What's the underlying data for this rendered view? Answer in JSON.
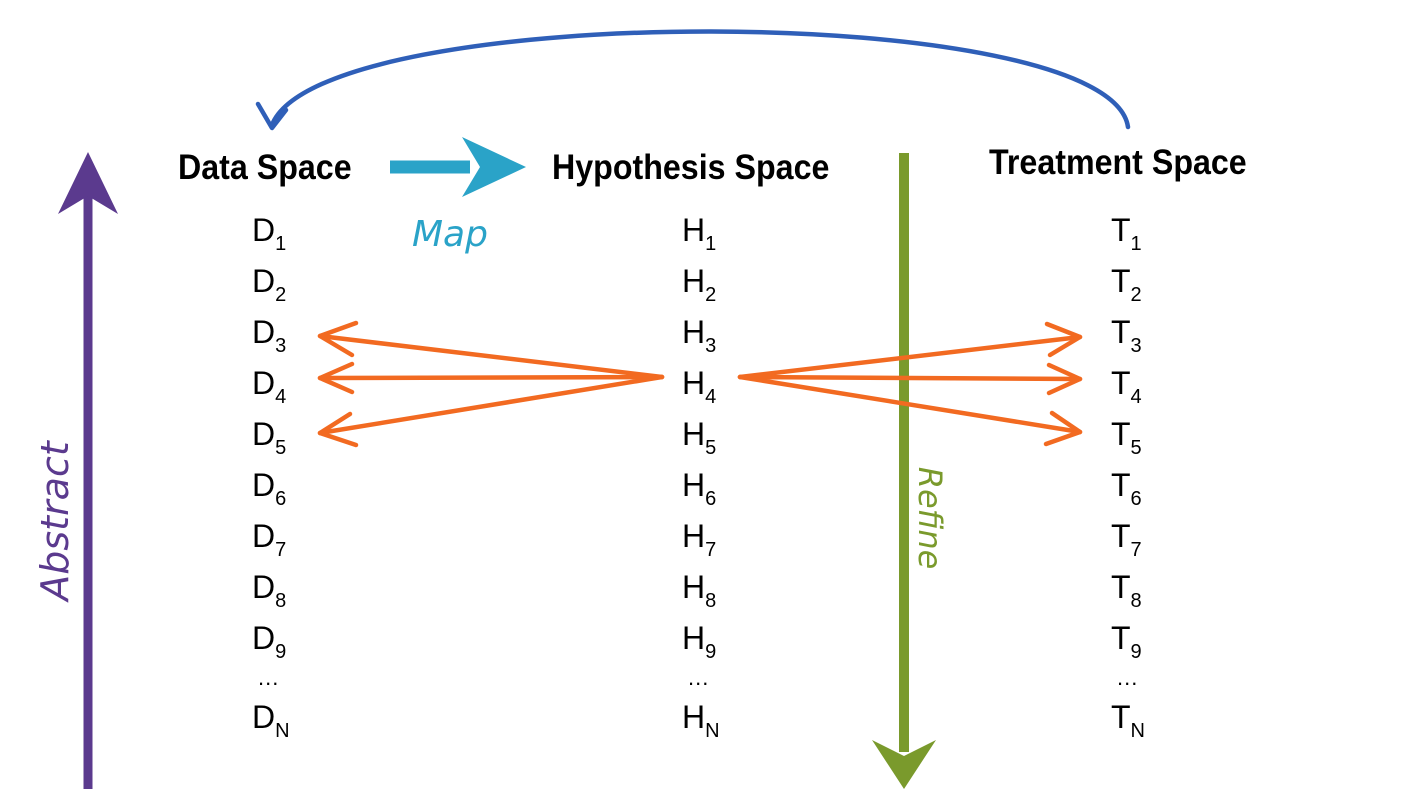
{
  "spaces": [
    {
      "title": "Data Space",
      "letter": "D"
    },
    {
      "title": "Hypothesis Space",
      "letter": "H"
    },
    {
      "title": "Treatment Space",
      "letter": "T"
    }
  ],
  "subscripts": [
    "1",
    "2",
    "3",
    "4",
    "5",
    "6",
    "7",
    "8",
    "9"
  ],
  "ellipsis": "...",
  "last_subscript": "N",
  "labels": {
    "map": "Map",
    "abstract": "Abstract",
    "refine": "Refine"
  },
  "colors": {
    "feedback_arrow": "#2f5fb8",
    "map_arrow": "#2aa3c8",
    "mapping_arrows": "#f26a21",
    "abstract_arrow": "#5b3a8e",
    "refine_arrow": "#7a9a2c",
    "text": "#000000"
  }
}
